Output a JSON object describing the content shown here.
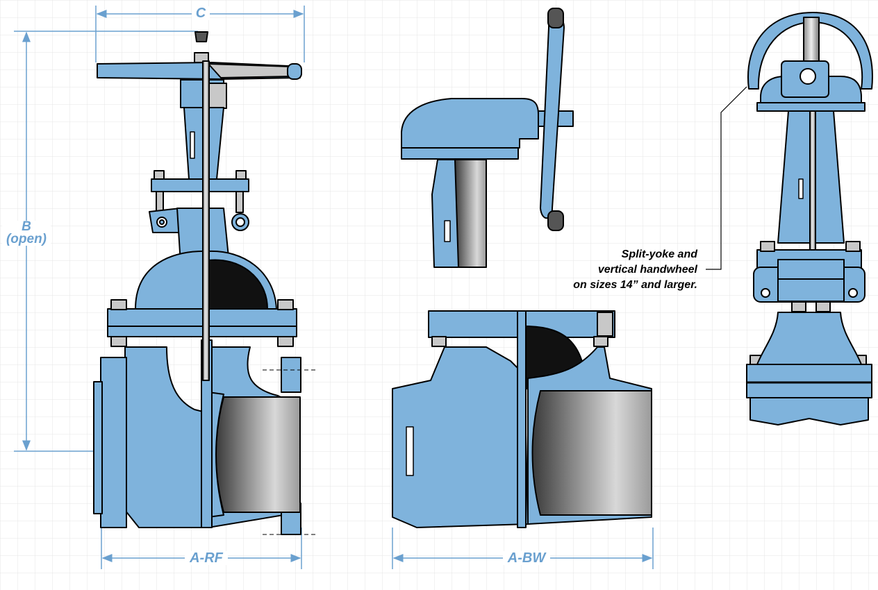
{
  "dimensions": {
    "c": "C",
    "b_line1": "B",
    "b_line2": "(open)",
    "a_rf": "A-RF",
    "a_bw": "A-BW"
  },
  "callout": {
    "line1": "Split-yoke and",
    "line2": "vertical handwheel",
    "line3": "on sizes 14” and larger."
  },
  "colors": {
    "body_blue": "#7fb3dc",
    "outline": "#000000",
    "dimension_blue": "#6aa0cf",
    "grid": "#e6e6e6",
    "steel_dark": "#4a4a4a",
    "steel_light": "#c8c8c8"
  }
}
